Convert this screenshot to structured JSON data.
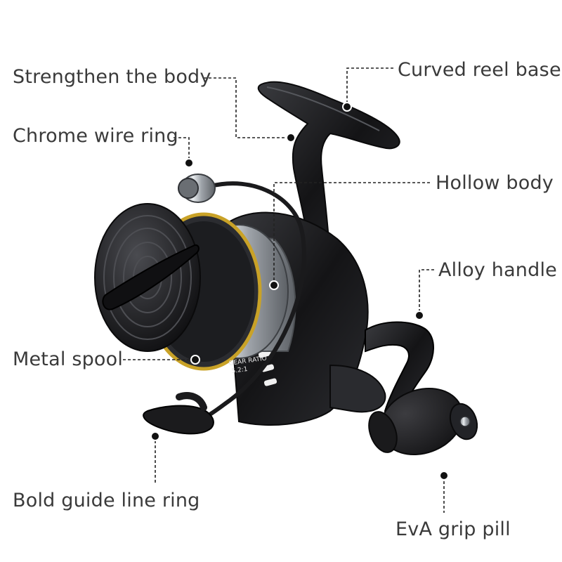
{
  "labels": {
    "strengthen_body": "Strengthen the body",
    "curved_reel_base": "Curved reel base",
    "chrome_wire_ring": "Chrome wire ring",
    "hollow_body": "Hollow body",
    "alloy_handle": "Alloy handle",
    "metal_spool": "Metal spool",
    "bold_guide_line_ring": "Bold guide line ring",
    "eva_grip_pill": "EvA grip pill"
  },
  "spool_text": {
    "gear_ratio": "GEAR RATIO",
    "ratio_value": "5.2:1"
  },
  "colors": {
    "label_text": "#3a3a3a",
    "leader_line": "#222222",
    "accent_gold": "#c9a227",
    "body_black": "#1b1b1d",
    "chrome": "#b8bcc2"
  }
}
